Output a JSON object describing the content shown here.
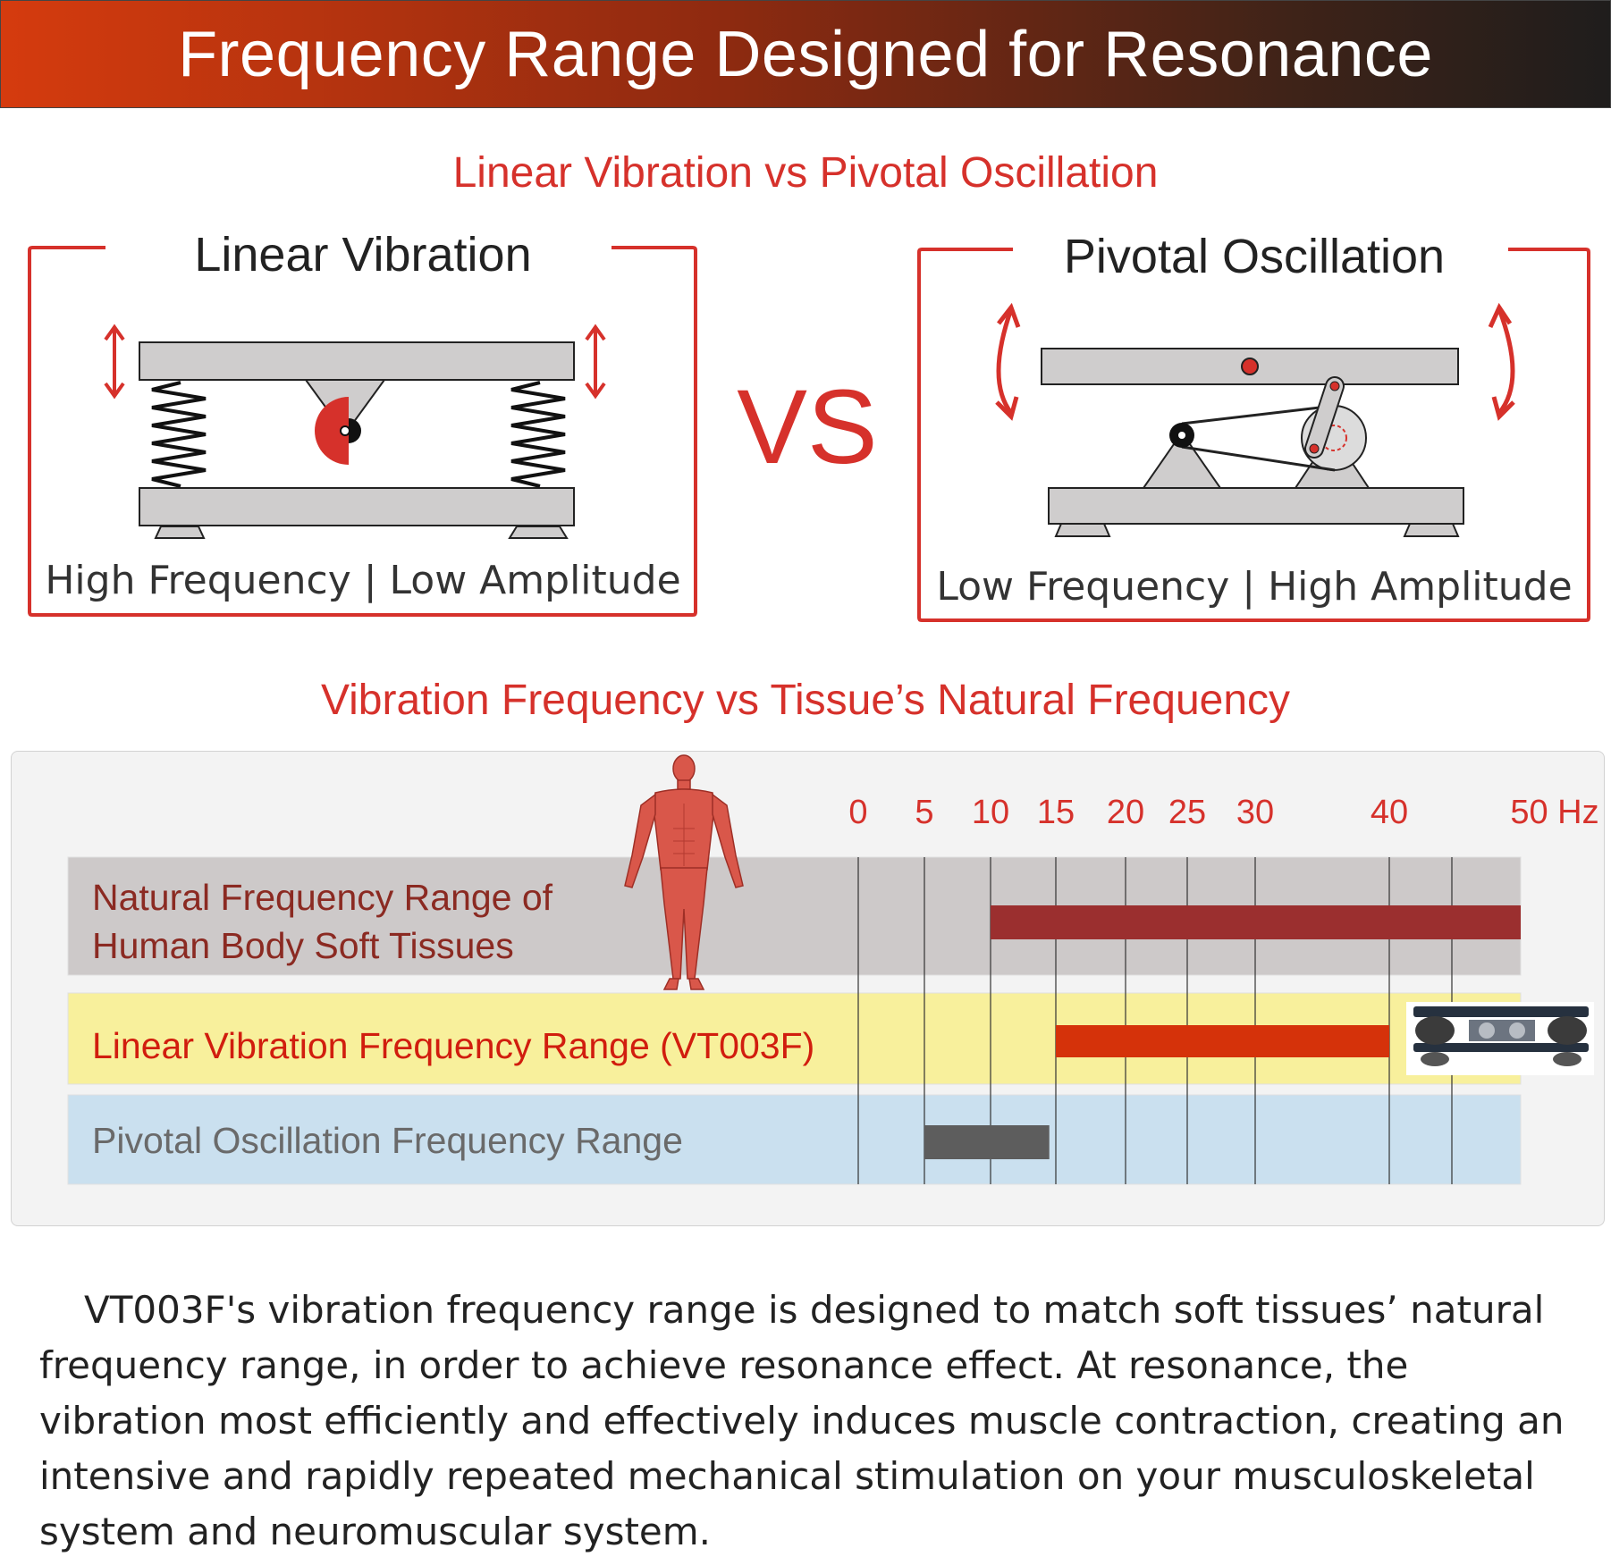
{
  "header": {
    "title": "Frequency Range Designed for Resonance"
  },
  "comparison": {
    "heading": "Linear Vibration vs Pivotal Oscillation",
    "linear": {
      "title": "Linear Vibration",
      "caption": "High Frequency | Low Amplitude"
    },
    "vs_label": "VS",
    "pivotal": {
      "title": "Pivotal Oscillation",
      "caption": "Low Frequency | High Amplitude"
    }
  },
  "frequency": {
    "heading": "Vibration Frequency vs Tissue’s Natural Frequency",
    "tick_labels": [
      "0",
      "5",
      "10",
      "15",
      "20",
      "25",
      "30",
      "40",
      "50 Hz"
    ],
    "rows": [
      {
        "label_lines": [
          "Natural Frequency Range of",
          "Human Body Soft Tissues"
        ],
        "range_hz": [
          10,
          50
        ],
        "bar_color": "#9b2f2f",
        "row_color": "#cdc9c9",
        "label_color": "#8b2a22"
      },
      {
        "label_lines": [
          "Linear Vibration Frequency Range (VT003F)"
        ],
        "range_hz": [
          15,
          40
        ],
        "bar_color": "#d5320a",
        "row_color": "#f8f09c",
        "label_color": "#d11d0e"
      },
      {
        "label_lines": [
          "Pivotal Oscillation Frequency Range"
        ],
        "range_hz": [
          5,
          14.5
        ],
        "bar_color": "#5d5d5d",
        "row_color": "#cae0ef",
        "label_color": "#6a6a6a"
      }
    ]
  },
  "description": "VT003F's vibration frequency range is designed to match soft tissues’ natural frequency range, in order to achieve resonance effect. At resonance, the vibration most efficiently and effectively induces muscle contraction, creating an intensive and rapidly repeated mechanical stimulation on your musculoskeletal system and neuromuscular system."
}
